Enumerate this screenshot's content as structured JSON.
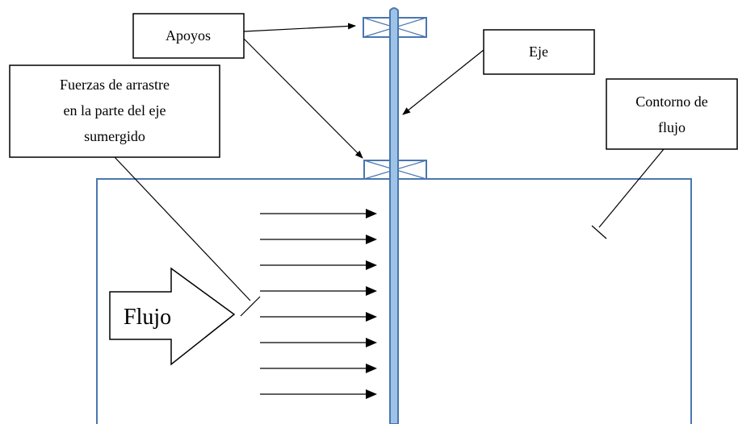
{
  "labels": {
    "apoyos": "Apoyos",
    "eje": "Eje",
    "fuerzas_line1": "Fuerzas de arrastre",
    "fuerzas_line2": "en la parte del eje",
    "fuerzas_line3": "sumergido",
    "contorno_line1": "Contorno de",
    "contorno_line2": "flujo",
    "flujo": "Flujo"
  },
  "colors": {
    "shaft_fill": "#9dc3e6",
    "outline_blue": "#4a76b0",
    "line": "#000000",
    "background": "#ffffff"
  },
  "flow_arrow_count": 8
}
